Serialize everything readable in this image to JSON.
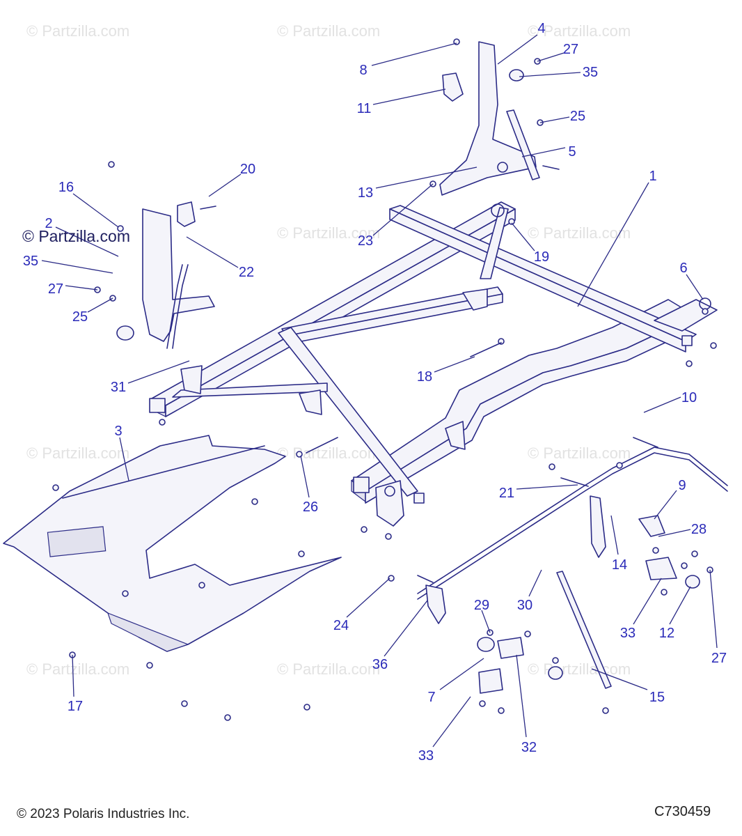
{
  "watermark_text": "© Partzilla.com",
  "copyright": "© 2023 Polaris Industries Inc.",
  "diagram_code": "C730459",
  "callouts": [
    "1",
    "2",
    "3",
    "4",
    "5",
    "6",
    "7",
    "8",
    "9",
    "10",
    "11",
    "12",
    "13",
    "14",
    "15",
    "16",
    "17",
    "18",
    "19",
    "20",
    "21",
    "22",
    "23",
    "24",
    "25",
    "26",
    "27",
    "28",
    "29",
    "30",
    "31",
    "32",
    "33",
    "35",
    "36"
  ],
  "colors": {
    "line": "#2a2a86",
    "callout": "#2a2ab8",
    "watermark": "#e2e2e2"
  }
}
